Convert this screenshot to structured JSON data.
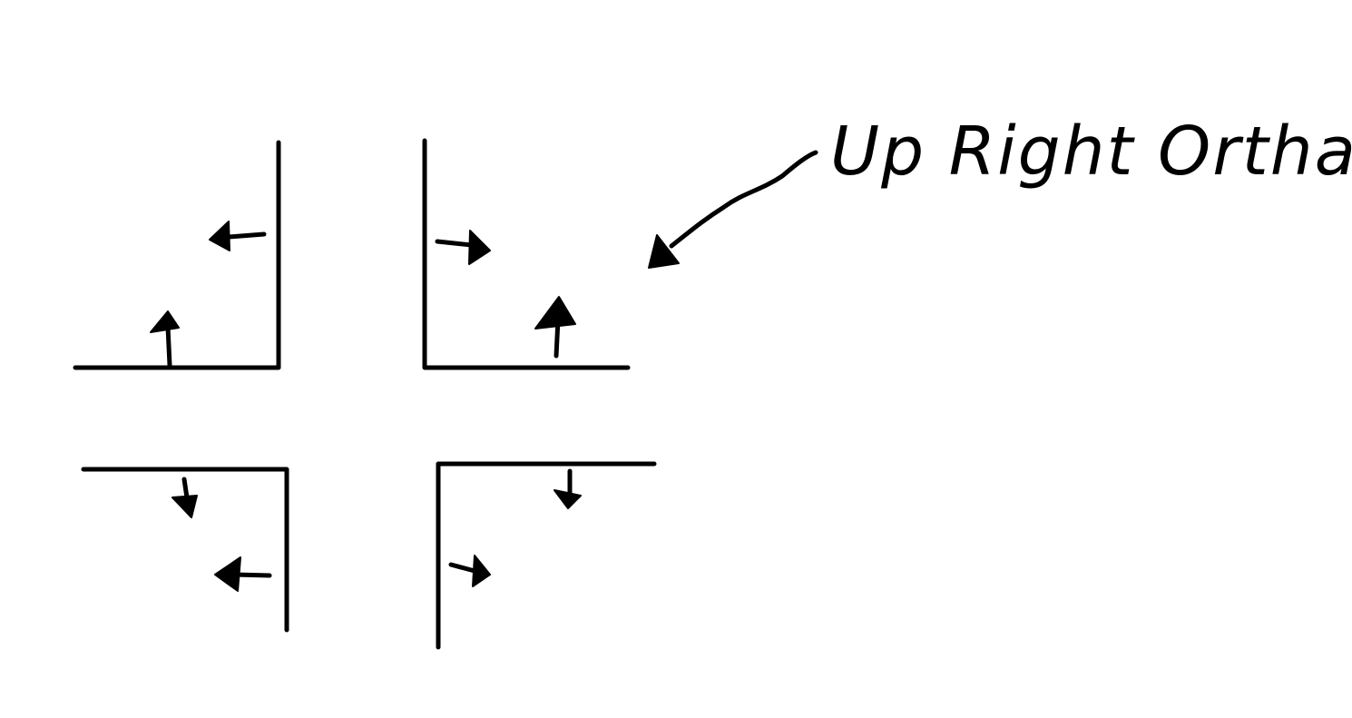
{
  "annotation": {
    "label": "Up Right Orthant",
    "ink_color": "#000000"
  },
  "panels": [
    {
      "name": "panel-top-left",
      "corner": "bottom-right",
      "arrows": [
        "up",
        "left"
      ]
    },
    {
      "name": "panel-top-right",
      "corner": "bottom-left",
      "arrows": [
        "right",
        "up"
      ],
      "annotated": true
    },
    {
      "name": "panel-bottom-left",
      "corner": "top-right",
      "arrows": [
        "down",
        "left"
      ]
    },
    {
      "name": "panel-bottom-right",
      "corner": "top-left",
      "arrows": [
        "down",
        "right"
      ]
    }
  ]
}
